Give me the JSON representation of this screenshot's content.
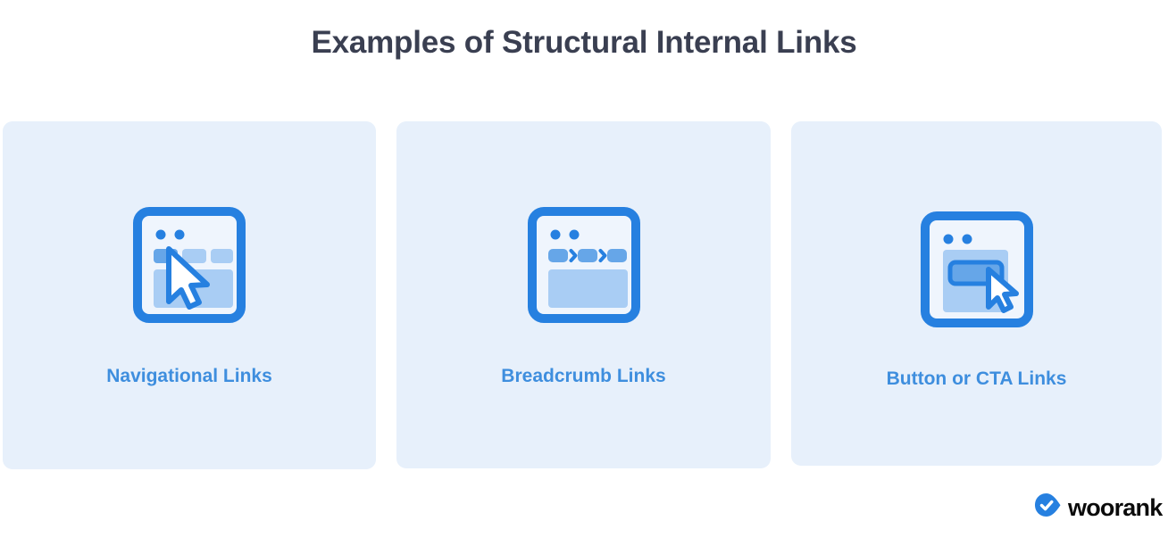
{
  "page": {
    "title": "Examples of Structural Internal Links",
    "background": "#ffffff",
    "title_color": "#3a3f51"
  },
  "theme": {
    "card_background": "#e7f0fb",
    "label_color": "#3e8ede",
    "icon_primary": "#2680e0",
    "icon_light": "#a9cdf4",
    "icon_mid": "#66a6e8",
    "icon_panel": "#eff5fd",
    "cursor_fill": "#ffffff",
    "logo_blue": "#2680e0",
    "logo_text_color": "#0b0b0b"
  },
  "cards": [
    {
      "id": "navigational-links",
      "label": "Navigational Links",
      "icon": "browser-nav-cursor-icon"
    },
    {
      "id": "breadcrumb-links",
      "label": "Breadcrumb Links",
      "icon": "browser-breadcrumb-icon"
    },
    {
      "id": "button-cta-links",
      "label": "Button or CTA Links",
      "icon": "browser-button-cursor-icon"
    }
  ],
  "logo": {
    "text": "woorank",
    "mark": "woorank-check-leaf-icon"
  }
}
